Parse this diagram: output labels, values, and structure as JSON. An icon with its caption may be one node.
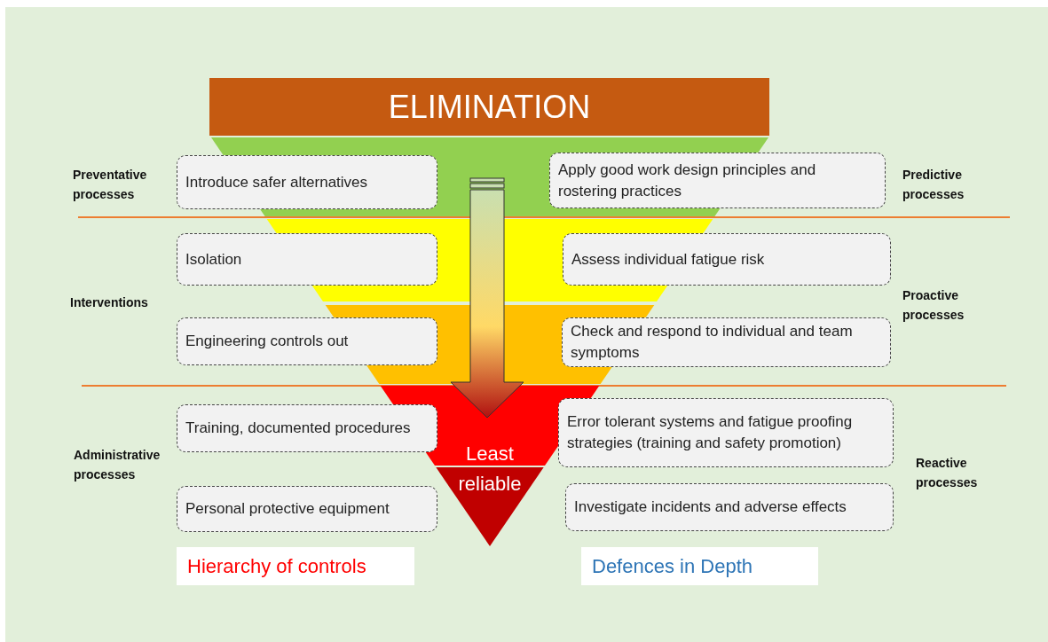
{
  "diagram": {
    "nodes": [
      {
        "text": [
          "ELIMINATION"
        ]
      },
      {
        "text": [
          "Introduce safer alternatives"
        ]
      },
      {
        "text": [
          "Apply good work design principles and rostering practices"
        ]
      },
      {
        "text": [
          "Isolation"
        ]
      },
      {
        "text": [
          "Assess individual fatigue risk"
        ]
      },
      {
        "text": [
          "Engineering controls out"
        ]
      },
      {
        "text": [
          "Check and respond to individual and team symptoms"
        ]
      },
      {
        "text": [
          "Training, documented procedures"
        ]
      },
      {
        "text": [
          "Error tolerant systems and fatigue proofing strategies (training and safety promotion)"
        ]
      },
      {
        "text": [
          "Personal protective equipment"
        ]
      },
      {
        "text": [
          "Investigate incidents and adverse effects"
        ]
      },
      {
        "text": [
          "Least reliable"
        ]
      },
      {
        "text": [
          "Hierarchy of controls"
        ]
      },
      {
        "text": [
          "Defences in Depth"
        ]
      }
    ],
    "labels": [
      "Preventative processes",
      "Predictive processes",
      "Interventions",
      "Proactive processes",
      "Administrative processes",
      "Reactive processes"
    ]
  }
}
